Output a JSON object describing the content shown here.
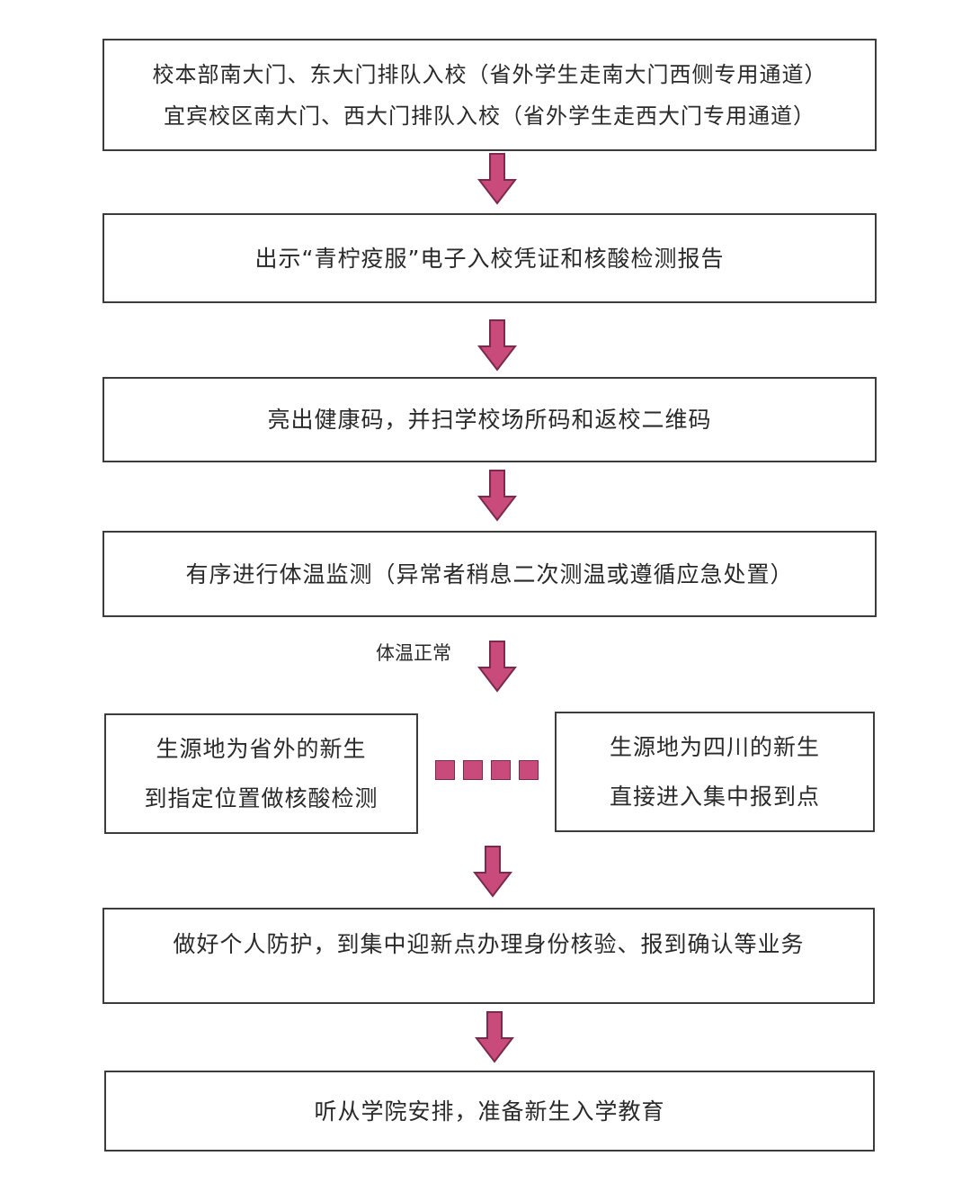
{
  "steps": {
    "step1": {
      "line1": "校本部南大门、东大门排队入校（省外学生走南大门西侧专用通道）",
      "line2": "宜宾校区南大门、西大门排队入校（省外学生走西大门专用通道）"
    },
    "step2": {
      "text": "出示“青柠疫服”电子入校凭证和核酸检测报告"
    },
    "step3": {
      "text": "亮出健康码，并扫学校场所码和返校二维码"
    },
    "step4": {
      "text": "有序进行体温监测（异常者稍息二次测温或遵循应急处置）"
    },
    "branch_left": {
      "line1": "生源地为省外的新生",
      "line2": "到指定位置做核酸检测"
    },
    "branch_right": {
      "line1": "生源地为四川的新生",
      "line2": "直接进入集中报到点"
    },
    "step6": {
      "text": "做好个人防护，到集中迎新点办理身份核验、报到确认等业务"
    },
    "step7": {
      "text": "听从学院安排，准备新生入学教育"
    }
  },
  "edge_labels": {
    "temp_normal": "体温正常"
  },
  "colors": {
    "arrow_fill": "#c94b7c",
    "arrow_stroke": "#7a2a4a",
    "box_border": "#3c3c3c"
  }
}
